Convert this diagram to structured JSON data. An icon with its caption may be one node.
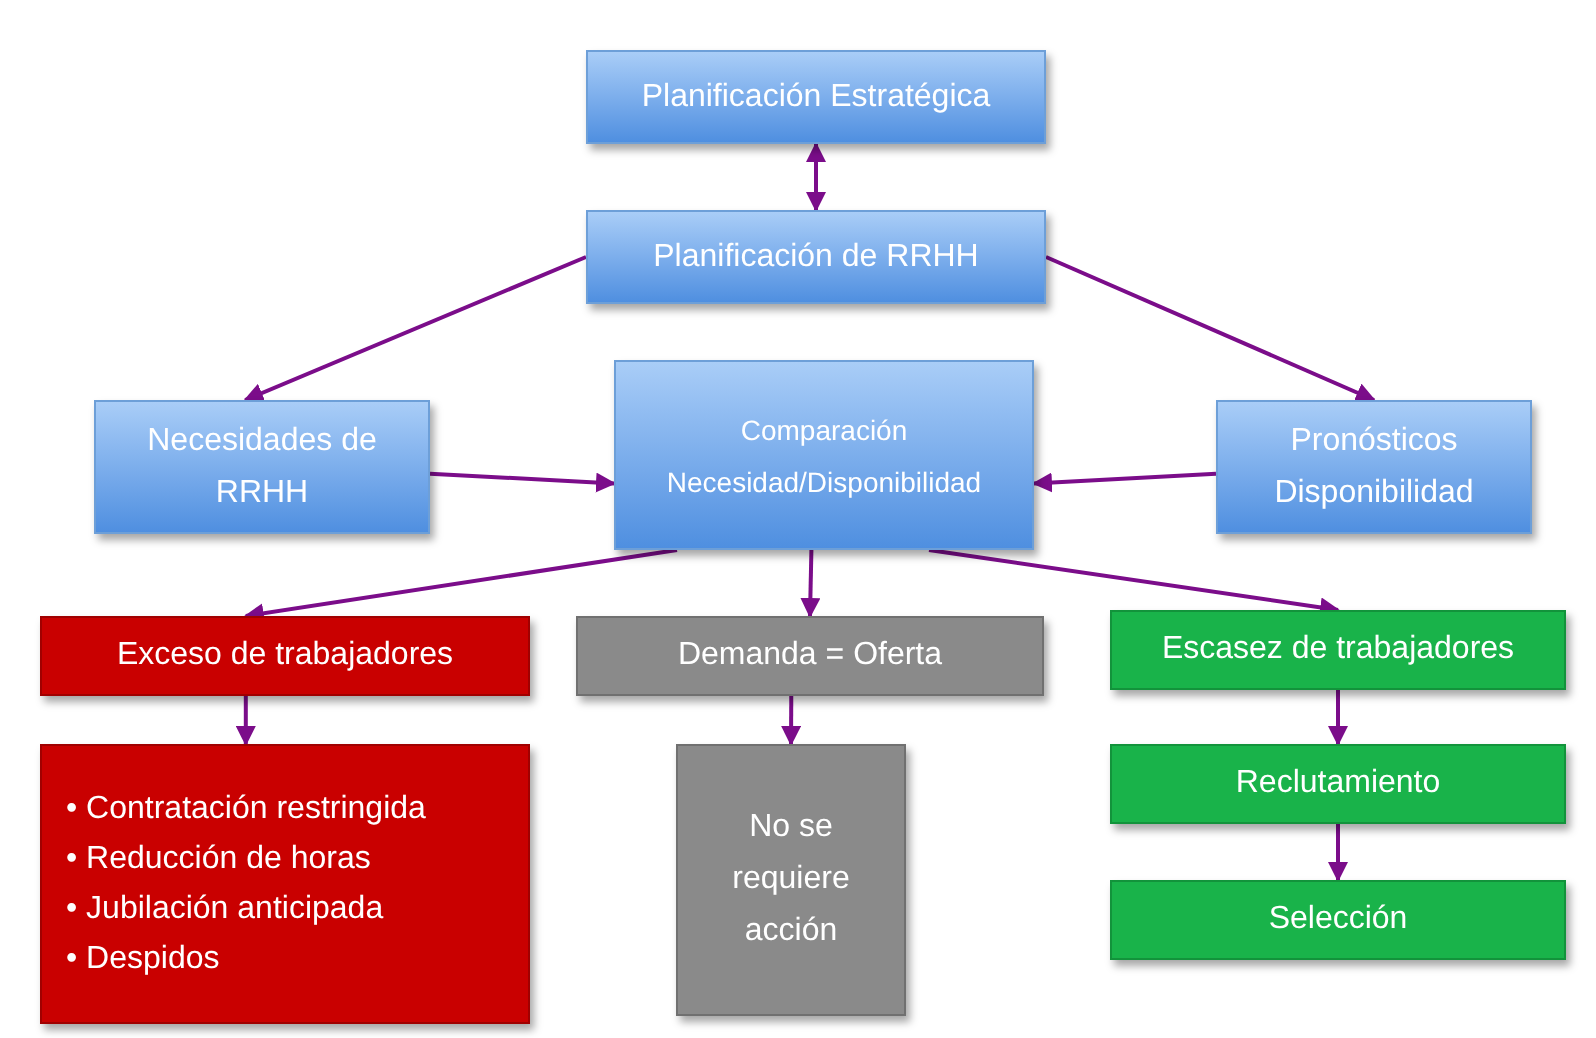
{
  "diagram": {
    "nodes": [
      {
        "text": [
          "Planificación Estratégica"
        ]
      },
      {
        "text": [
          "Planificación de RRHH"
        ]
      },
      {
        "text": [
          "Necesidades de RRHH"
        ]
      },
      {
        "text": [
          "Comparación Necesidad/Disponibilidad"
        ]
      },
      {
        "text": [
          "Pronósticos Disponibilidad"
        ]
      },
      {
        "text": [
          "Exceso de trabajadores"
        ]
      },
      {
        "text": [
          "Demanda = Oferta"
        ]
      },
      {
        "text": [
          "Escasez de trabajadores"
        ]
      },
      {
        "text": [
          "• Contratación restringida",
          "• Reducción de horas",
          "• Jubilación anticipada",
          "• Despidos"
        ]
      },
      {
        "text": [
          "No se requiere acción"
        ]
      },
      {
        "text": [
          "Reclutamiento"
        ]
      },
      {
        "text": [
          "Selección"
        ]
      }
    ],
    "edges": [
      {
        "from": 0,
        "to": 1,
        "arrow": "both"
      },
      {
        "from": 1,
        "to": 2,
        "arrow": "to"
      },
      {
        "from": 1,
        "to": 4,
        "arrow": "to"
      },
      {
        "from": 2,
        "to": 3,
        "arrow": "to"
      },
      {
        "from": 4,
        "to": 3,
        "arrow": "to"
      },
      {
        "from": 3,
        "to": 5,
        "arrow": "to"
      },
      {
        "from": 3,
        "to": 6,
        "arrow": "to"
      },
      {
        "from": 3,
        "to": 7,
        "arrow": "to"
      },
      {
        "from": 5,
        "to": 8,
        "arrow": "to"
      },
      {
        "from": 6,
        "to": 9,
        "arrow": "to"
      },
      {
        "from": 7,
        "to": 10,
        "arrow": "to"
      },
      {
        "from": 10,
        "to": 11,
        "arrow": "to"
      }
    ]
  }
}
